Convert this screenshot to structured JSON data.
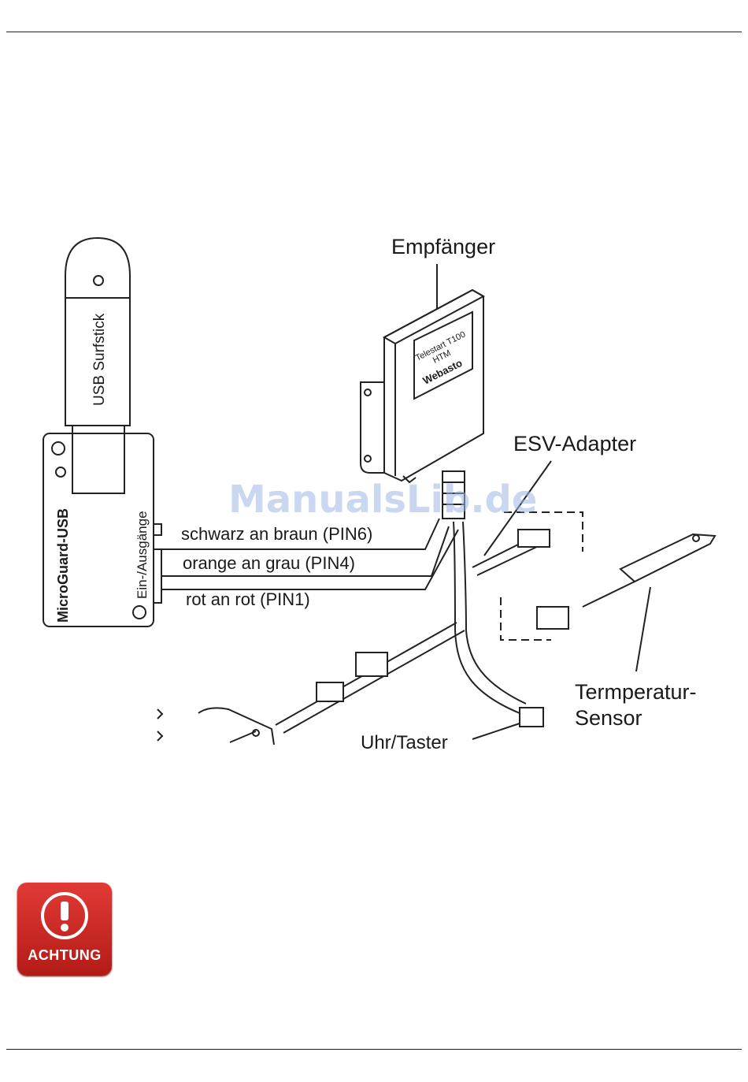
{
  "diagram": {
    "labels": {
      "receiver": "Empfänger",
      "usb_stick": "USB Surfstick",
      "microguard": "MicroGuard-USB",
      "io": "Ein-/Ausgänge",
      "esv_adapter": "ESV-Adapter",
      "temp_sensor_line1": "Termperatur-",
      "temp_sensor_line2": "Sensor",
      "clock_button": "Uhr/Taster"
    },
    "receiver_label": {
      "line1": "Telestart T100",
      "line2": "HTM",
      "brand": "Webasto"
    },
    "wires": [
      {
        "text": "schwarz an braun (PIN6)"
      },
      {
        "text": "orange an grau (PIN4)"
      },
      {
        "text": "rot an rot (PIN1)"
      }
    ],
    "watermark": "ManualsLib.de"
  },
  "warning": {
    "label": "ACHTUNG",
    "color": "#c8231e"
  }
}
